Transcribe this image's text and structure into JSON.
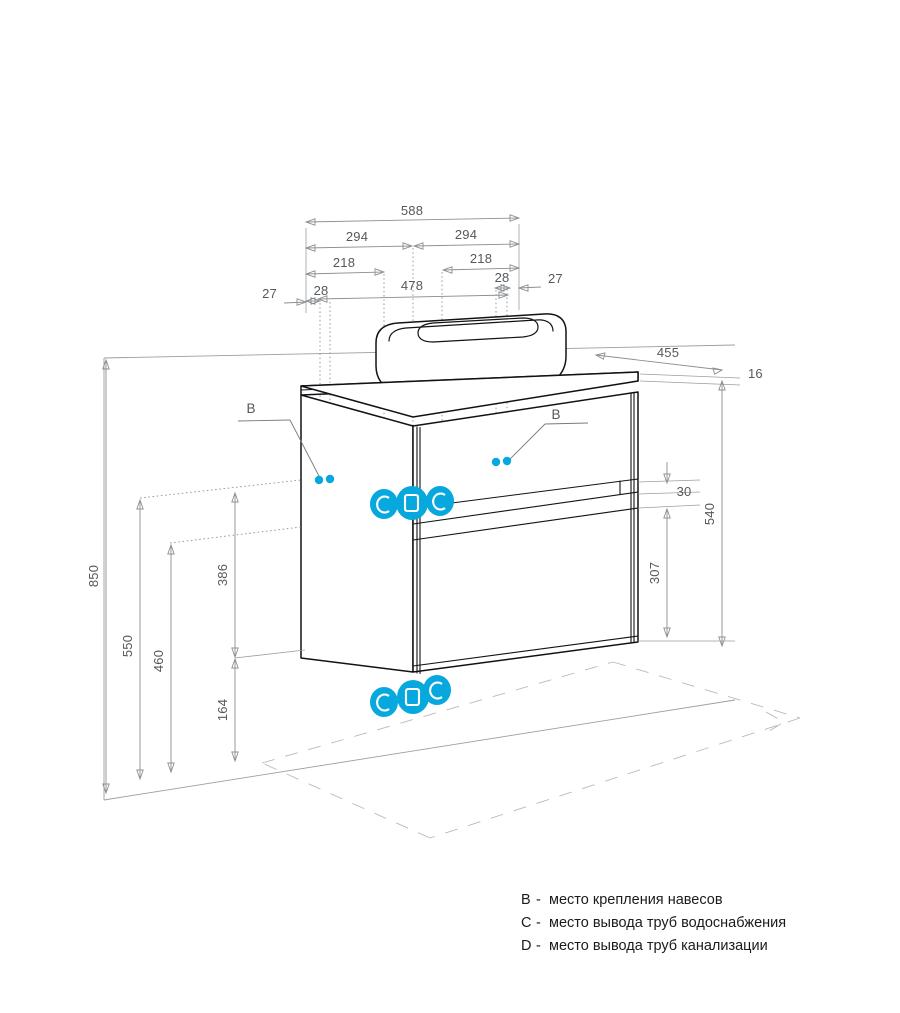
{
  "drawing": {
    "title": "Тумба с раковиной — габаритный чертёж",
    "units": "mm",
    "background": "#ffffff",
    "line_color": "#111215",
    "dim_color": "#8b8f93",
    "accent_color": "#07a8dd"
  },
  "dimensions": {
    "top_chain": [
      {
        "id": "d588",
        "value": "588"
      },
      {
        "id": "d294_left",
        "value": "294"
      },
      {
        "id": "d294_right",
        "value": "294"
      },
      {
        "id": "d218_left",
        "value": "218"
      },
      {
        "id": "d218_right",
        "value": "218"
      },
      {
        "id": "d27_left",
        "value": "27"
      },
      {
        "id": "d28_left",
        "value": "28"
      },
      {
        "id": "d478",
        "value": "478"
      },
      {
        "id": "d28_right",
        "value": "28"
      },
      {
        "id": "d27_right",
        "value": "27"
      }
    ],
    "left_chain": [
      {
        "id": "h850",
        "value": "850"
      },
      {
        "id": "h550",
        "value": "550"
      },
      {
        "id": "h460",
        "value": "460"
      },
      {
        "id": "h386",
        "value": "386"
      },
      {
        "id": "h164",
        "value": "164"
      }
    ],
    "right_chain": [
      {
        "id": "d455",
        "value": "455"
      },
      {
        "id": "d16",
        "value": "16"
      },
      {
        "id": "h540",
        "value": "540"
      },
      {
        "id": "h30",
        "value": "30"
      },
      {
        "id": "h307",
        "value": "307"
      }
    ]
  },
  "markers": {
    "b_left_label": "B",
    "b_right_label": "B",
    "c_label": "C",
    "d_label": "D",
    "upper_group": [
      "C",
      "D",
      "C"
    ],
    "lower_group": [
      "C",
      "D",
      "C"
    ]
  },
  "legend": {
    "items": [
      {
        "key": "B",
        "separator": "-",
        "text": "место крепления навесов"
      },
      {
        "key": "C",
        "separator": "-",
        "text": "место вывода труб водоснабжения"
      },
      {
        "key": "D",
        "separator": "-",
        "text": "место вывода труб канализации"
      }
    ]
  }
}
